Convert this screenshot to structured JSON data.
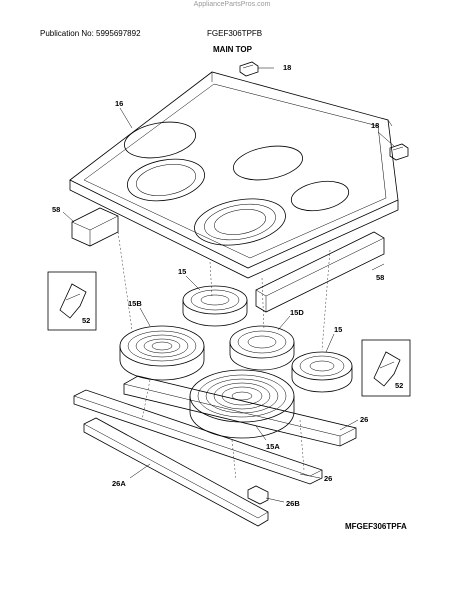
{
  "header": {
    "watermark": "AppliancePartsPros.com",
    "publication": "Publication No: 5995697892",
    "model": "FGEF306TPFB",
    "section_title": "MAIN TOP"
  },
  "diagram_id": "MFGEF306TPFA",
  "callouts": {
    "bracket_top": "18",
    "bracket_right": "18",
    "main_top": "16",
    "trim_left": "58",
    "trim_right": "58",
    "element_small_back": "15",
    "element_large_dual": "15B",
    "element_bridge": "15D",
    "element_small_right": "15",
    "element_triple": "15A",
    "inset_left_part": "52",
    "inset_right_part": "52",
    "rail_right": "26",
    "rail_lower": "26",
    "rail_left": "26A",
    "rail_front": "26B"
  }
}
